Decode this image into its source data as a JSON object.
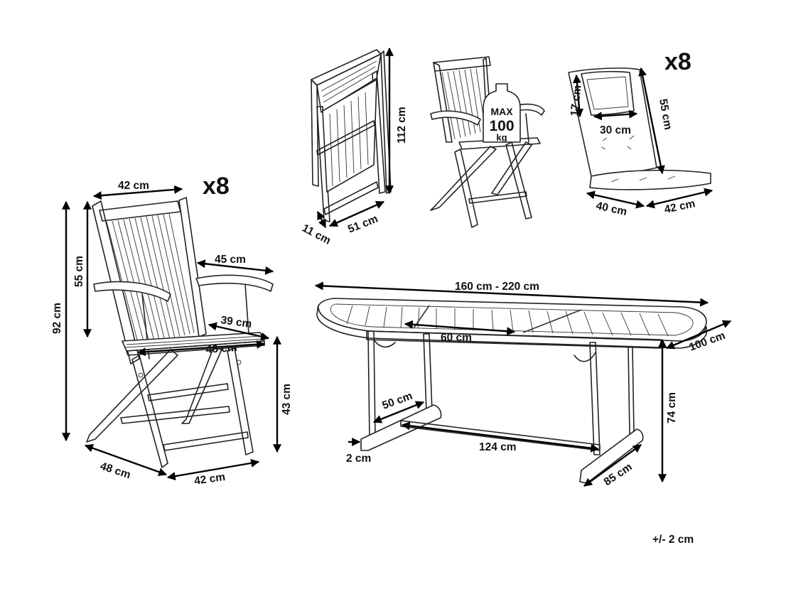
{
  "chair": {
    "quantity": "x8",
    "back_width": "42 cm",
    "back_height": "55 cm",
    "total_height": "92 cm",
    "armrest_length": "45 cm",
    "seat_depth": "39 cm",
    "seat_width": "46 cm",
    "seat_height": "43 cm",
    "base_depth": "48 cm",
    "base_width": "42 cm"
  },
  "folded_chair": {
    "height": "112 cm",
    "depth": "51 cm",
    "thickness": "11 cm"
  },
  "load_capacity": {
    "line1": "MAX",
    "line2": "100",
    "line3": "kg"
  },
  "cushion": {
    "quantity": "x8",
    "pillow_height": "17 cm",
    "pillow_width": "30 cm",
    "back_height": "55 cm",
    "seat_depth": "40 cm",
    "seat_width": "42 cm"
  },
  "table": {
    "length": "160 cm - 220 cm",
    "extension": "60 cm",
    "width": "100 cm",
    "height": "74 cm",
    "leg_clearance": "50 cm",
    "stretcher_length": "124 cm",
    "foot_thickness": "2 cm",
    "leg_span": "85 cm"
  },
  "tolerance": "+/- 2 cm"
}
